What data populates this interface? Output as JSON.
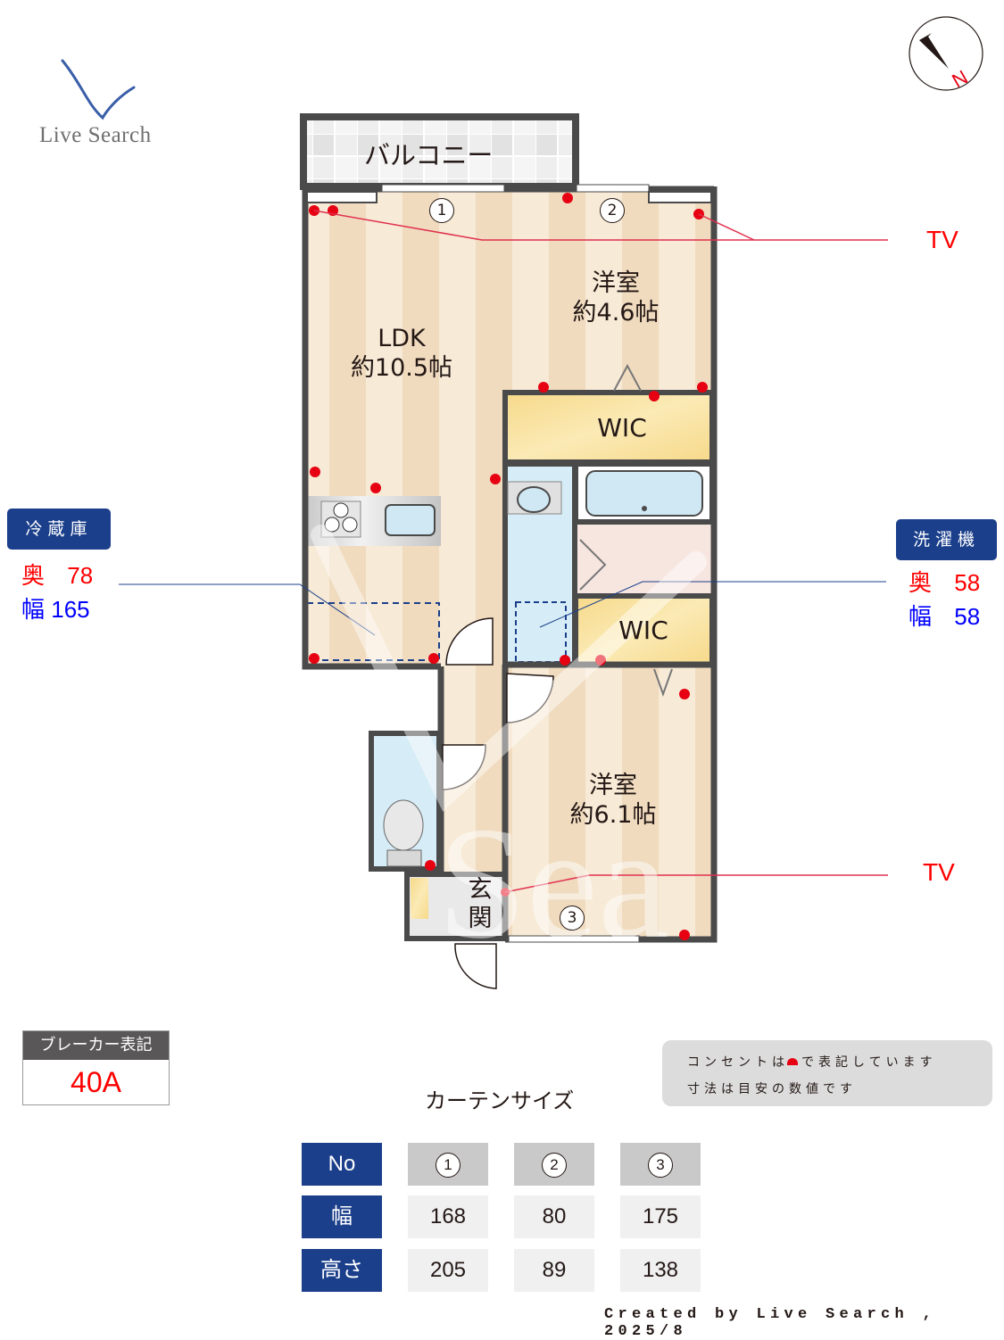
{
  "brand": {
    "logo_text": "Live Search",
    "logo_icon": "v-swoosh-icon",
    "logo_color": "#3a5ea8"
  },
  "compass": {
    "icon": "compass-north-icon",
    "label": "N",
    "label_color": "#e60012"
  },
  "floor_plan": {
    "balcony": {
      "label": "バルコニー"
    },
    "rooms": [
      {
        "id": "ldk",
        "name": "LDK",
        "size": "約10.5帖"
      },
      {
        "id": "western-room-1",
        "name": "洋室",
        "size": "約4.6帖"
      },
      {
        "id": "western-room-2",
        "name": "洋室",
        "size": "約6.1帖"
      },
      {
        "id": "wic-1",
        "name": "WIC"
      },
      {
        "id": "wic-2",
        "name": "WIC"
      },
      {
        "id": "entrance",
        "name": "玄関"
      }
    ],
    "windows": [
      {
        "no": "1"
      },
      {
        "no": "2"
      },
      {
        "no": "3"
      }
    ],
    "tv_labels": [
      "TV",
      "TV"
    ]
  },
  "appliances": {
    "fridge": {
      "title": "冷蔵庫",
      "depth_label": "奥",
      "depth_value": "78",
      "width_label": "幅",
      "width_value": "165"
    },
    "washer": {
      "title": "洗濯機",
      "depth_label": "奥",
      "depth_value": "58",
      "width_label": "幅",
      "width_value": "58"
    }
  },
  "breaker": {
    "title": "ブレーカー表記",
    "value": "40A"
  },
  "note": {
    "line1_before": "コンセントは",
    "line1_after": "で表記しています",
    "line2": "寸法は目安の数値です",
    "outlet_color": "#e60012"
  },
  "curtain_table": {
    "title": "カーテンサイズ",
    "row_headers": [
      "No",
      "幅",
      "高さ"
    ],
    "columns": [
      {
        "no": "1",
        "width": "168",
        "height": "205"
      },
      {
        "no": "2",
        "width": "80",
        "height": "89"
      },
      {
        "no": "3",
        "width": "175",
        "height": "138"
      }
    ]
  },
  "footer": {
    "credit": "Created by Live Search , 2025/8"
  },
  "colors": {
    "header_blue": "#1b3f8b",
    "wall": "#4a4a4a",
    "floor_light": "#f7ead6",
    "floor_dark": "#f0dbbf",
    "wic": "#f8df95",
    "wet_area": "#cfe8f3",
    "outlet_red": "#e60012"
  }
}
